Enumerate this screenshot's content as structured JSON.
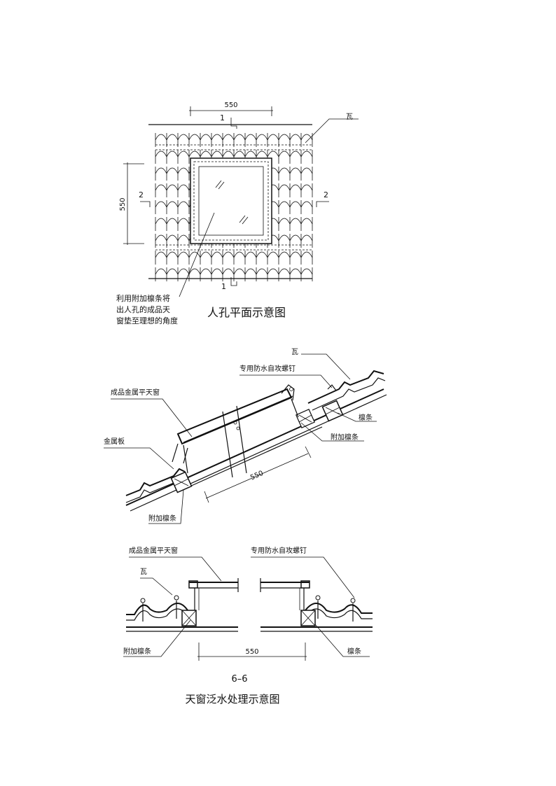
{
  "plan": {
    "dim_top": "550",
    "dim_left": "550",
    "section_marks": {
      "top": "1",
      "bottom": "1",
      "left": "2",
      "right": "2"
    },
    "label_tile": "瓦",
    "note_lines": [
      "利用附加檩条将",
      "出人孔的成品天",
      "窗垫至理想的角度"
    ],
    "title": "人孔平面示意图"
  },
  "section_slope": {
    "label_tile": "瓦",
    "label_screw": "专用防水自攻螺钉",
    "label_skylight": "成品金属平天窗",
    "label_purlin": "檩条",
    "label_metal_plate": "金属板",
    "label_extra_purlin_right": "附加檩条",
    "label_extra_purlin_bottom": "附加檩条",
    "dim": "550"
  },
  "section_66": {
    "label_skylight": "成品金属平天窗",
    "label_screw": "专用防水自攻螺钉",
    "label_tile": "瓦",
    "label_extra_purlin": "附加檩条",
    "label_purlin": "檩条",
    "dim": "550",
    "section_number": "6–6",
    "title": "天窗泛水处理示意图"
  }
}
